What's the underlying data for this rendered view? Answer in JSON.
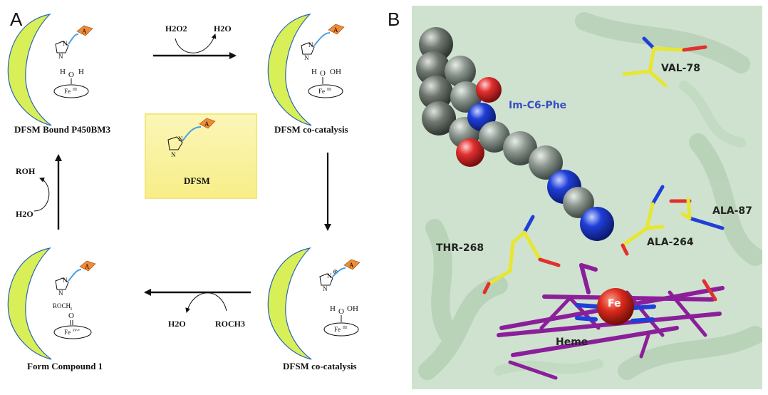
{
  "panel_a": {
    "letter": "A",
    "states": {
      "bound": "DFSM Bound P450BM3",
      "cocat_1": "DFSM co-catalysis",
      "cocat_2": "DFSM co-catalysis",
      "compound1": "Form Compound 1"
    },
    "center": {
      "label": "DFSM",
      "n1": "N",
      "n2": "N",
      "a": "A"
    },
    "arrows": {
      "top_in": "H2O2",
      "top_out": "H2O",
      "bottom_in": "ROCH3",
      "bottom_out": "H2O",
      "left_in": "H2O",
      "left_out": "ROH"
    },
    "chem": {
      "n": "N",
      "a": "A",
      "h": "H",
      "o": "O",
      "oh": "OH",
      "fe": "Fe",
      "fe_ox": "III",
      "fe_ox_iv": "IV-•",
      "roch3": "ROCH",
      "three": "3",
      "plus": "⊕"
    }
  },
  "panel_b": {
    "letter": "B",
    "ligand": "Im-C6-Phe",
    "residues": [
      "VAL-78",
      "ALA-87",
      "ALA-264",
      "THR-268"
    ],
    "heme": "Heme",
    "fe": "Fe"
  },
  "colors": {
    "protein_bg": "#c8dcc8",
    "crescent_fill": "#d8ef57",
    "crescent_edge": "#2a62b8",
    "a_fill": "#f08a35",
    "linker": "#4aa0e0",
    "dfsm_box": "#fbf5a4",
    "dfsm_box_edge": "#f2e87a",
    "residue_c": "#e6e633",
    "heme_c": "#8b1f9a",
    "nitrogen": "#1f3fd8",
    "oxygen": "#e23030",
    "carbon_sphere": "#7d8a80",
    "fe_sphere": "#d82a1a"
  }
}
